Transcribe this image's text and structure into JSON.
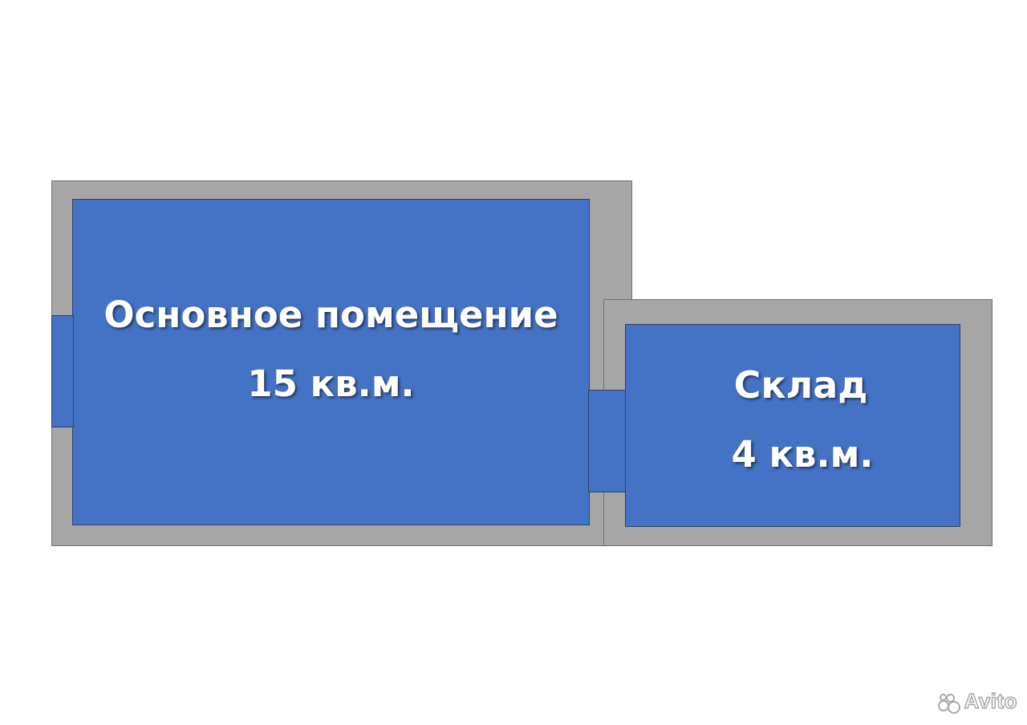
{
  "plan": {
    "main_room": {
      "name": "Основное помещение",
      "area": "15 кв.м."
    },
    "storage_room": {
      "name": "Склад",
      "area": "4 кв.м."
    }
  },
  "colors": {
    "wall": "#a6a6a6",
    "room": "#4472c4",
    "label": "#ffffff"
  },
  "watermark": {
    "text": "Avito",
    "icon": "avito-logo-icon"
  }
}
